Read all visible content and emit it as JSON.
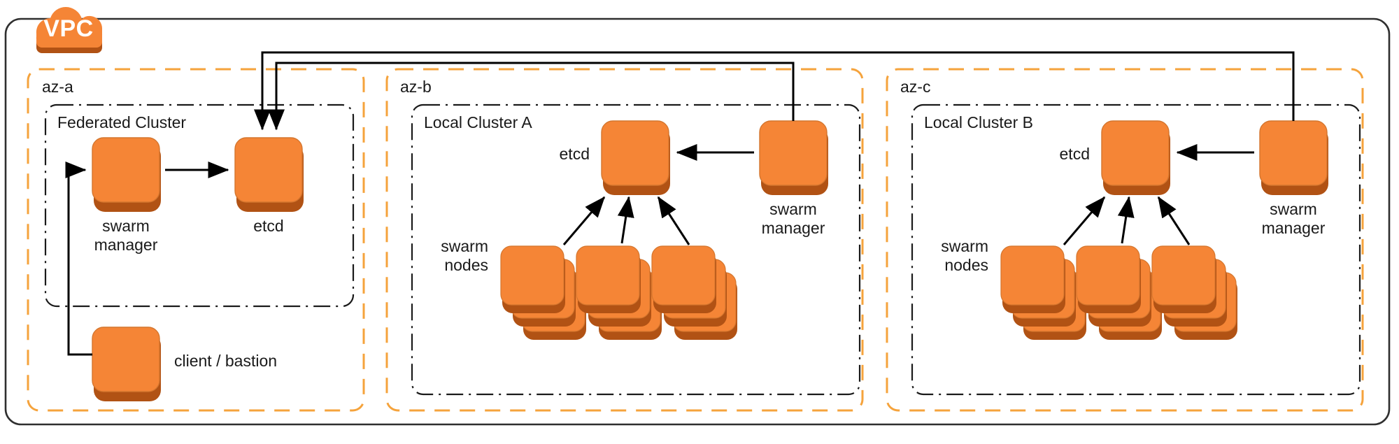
{
  "diagram": {
    "title": "VPC",
    "vpc": {
      "label": "VPC",
      "badge_fill": "#F58536",
      "badge_shadow": "#B15214",
      "border_color": "#2f2f2f"
    },
    "colors": {
      "node_fill": "#F58536",
      "node_stroke": "#D4762E",
      "node_shadow": "#B15214",
      "az_border": "#F5A33C",
      "cluster_border": "#1a1a1a",
      "arrow": "#000000",
      "text": "#1a1a1a",
      "background": "#ffffff"
    },
    "zones": [
      {
        "id": "az-a",
        "label": "az-a",
        "cluster": {
          "label": "Federated Cluster",
          "nodes": [
            {
              "id": "fed-swarm-manager",
              "label": "swarm manager",
              "type": "single",
              "label_pos": "below"
            },
            {
              "id": "fed-etcd",
              "label": "etcd",
              "type": "single",
              "label_pos": "below"
            }
          ]
        },
        "extra_nodes": [
          {
            "id": "client-bastion",
            "label": "client / bastion",
            "type": "single",
            "label_pos": "right"
          }
        ]
      },
      {
        "id": "az-b",
        "label": "az-b",
        "cluster": {
          "label": "Local Cluster A",
          "nodes": [
            {
              "id": "az-b-etcd",
              "label": "etcd",
              "type": "single",
              "label_pos": "left"
            },
            {
              "id": "az-b-swarm-manager",
              "label": "swarm manager",
              "type": "single",
              "label_pos": "below"
            },
            {
              "id": "az-b-swarm-nodes",
              "label": "swarm nodes",
              "type": "stack",
              "stack_count": 3,
              "group_count": 3,
              "label_pos": "left"
            }
          ]
        },
        "extra_nodes": []
      },
      {
        "id": "az-c",
        "label": "az-c",
        "cluster": {
          "label": "Local Cluster B",
          "nodes": [
            {
              "id": "az-c-etcd",
              "label": "etcd",
              "type": "single",
              "label_pos": "left"
            },
            {
              "id": "az-c-swarm-manager",
              "label": "swarm manager",
              "type": "single",
              "label_pos": "below"
            },
            {
              "id": "az-c-swarm-nodes",
              "label": "swarm nodes",
              "type": "stack",
              "stack_count": 3,
              "group_count": 3,
              "label_pos": "left"
            }
          ]
        },
        "extra_nodes": []
      }
    ],
    "connections": [
      {
        "from": "fed-swarm-manager",
        "to": "fed-etcd"
      },
      {
        "from": "client-bastion",
        "to": "fed-swarm-manager"
      },
      {
        "from": "az-b-swarm-manager",
        "to": "fed-etcd"
      },
      {
        "from": "az-c-swarm-manager",
        "to": "fed-etcd"
      },
      {
        "from": "az-b-swarm-manager",
        "to": "az-b-etcd"
      },
      {
        "from": "az-c-swarm-manager",
        "to": "az-c-etcd"
      },
      {
        "from": "az-b-swarm-nodes",
        "to": "az-b-etcd"
      },
      {
        "from": "az-c-swarm-nodes",
        "to": "az-c-etcd"
      }
    ],
    "labels": {
      "az_a": "az-a",
      "az_b": "az-b",
      "az_c": "az-c",
      "federated_cluster": "Federated Cluster",
      "local_cluster_a": "Local Cluster A",
      "local_cluster_b": "Local Cluster B",
      "swarm_manager": "swarm",
      "swarm_manager2": "manager",
      "etcd": "etcd",
      "client_bastion": "client / bastion",
      "swarm_nodes": "swarm",
      "swarm_nodes2": "nodes"
    }
  }
}
